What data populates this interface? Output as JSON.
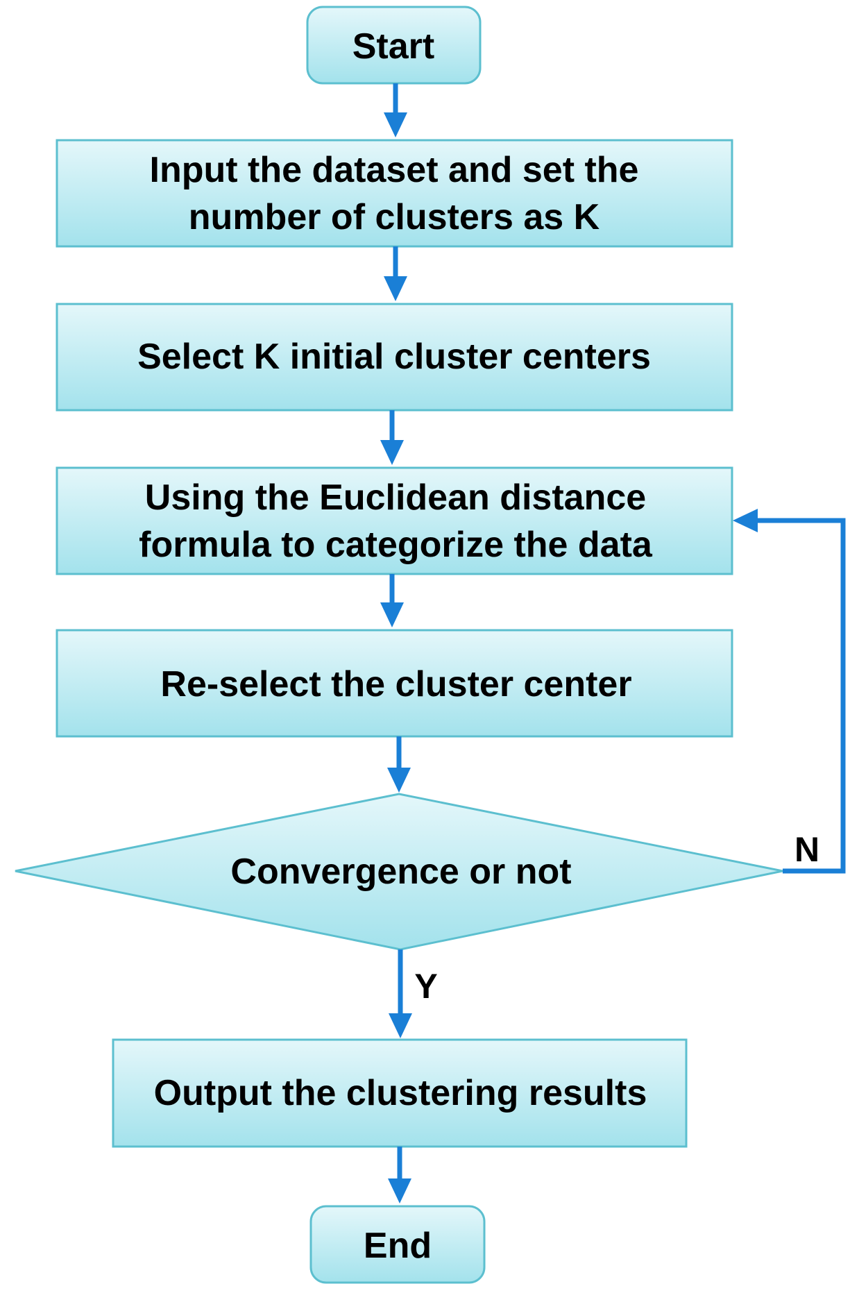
{
  "flowchart": {
    "start": "Start",
    "step_input": [
      "Input the dataset and set the",
      "number of clusters as K"
    ],
    "step_select": "Select K initial cluster centers",
    "step_categorize": [
      "Using the Euclidean distance",
      "formula to categorize the data"
    ],
    "step_reselect": "Re-select the cluster center",
    "decision": "Convergence or not",
    "label_no": "N",
    "label_yes": "Y",
    "step_output": "Output the clustering results",
    "end": "End"
  },
  "colors": {
    "fill_light": "#e4f7fa",
    "fill_dark": "#a3e2ec",
    "border": "#5cbfcf",
    "arrow": "#1a7fd6"
  }
}
